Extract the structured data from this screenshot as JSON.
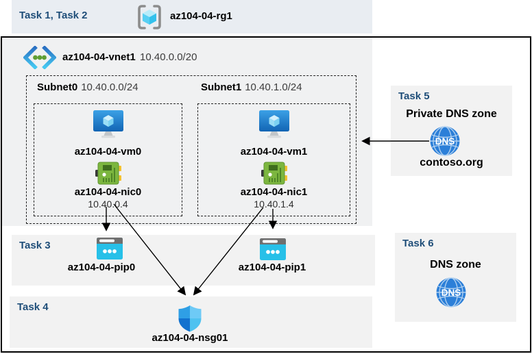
{
  "header": {
    "tasks_label": "Task 1, Task 2",
    "rg_name": "az104-04-rg1"
  },
  "vnet": {
    "name": "az104-04-vnet1",
    "cidr": "10.40.0.0/20",
    "subnets": [
      {
        "name": "Subnet0",
        "cidr": "10.40.0.0/24",
        "vm": "az104-04-vm0",
        "nic": "az104-04-nic0",
        "ip": "10.40.0.4"
      },
      {
        "name": "Subnet1",
        "cidr": "10.40.1.0/24",
        "vm": "az104-04-vm1",
        "nic": "az104-04-nic1",
        "ip": "10.40.1.4"
      }
    ]
  },
  "task3": {
    "label": "Task 3",
    "pip0": "az104-04-pip0",
    "pip1": "az104-04-pip1"
  },
  "task4": {
    "label": "Task 4",
    "nsg": "az104-04-nsg01"
  },
  "task5": {
    "label": "Task 5",
    "title": "Private DNS zone",
    "zone": "contoso.org",
    "dns_text": "DNS"
  },
  "task6": {
    "label": "Task 6",
    "title": "DNS zone",
    "dns_text": "DNS"
  },
  "colors": {
    "task_heading": "#1f4e79",
    "top_band": "#e9edf2",
    "panel": "#f2f2f2",
    "vnet_fill": "#f0f1f2",
    "arrow": "#000000",
    "pip_cyan": "#27c0e8",
    "nic_green": "#7cb63f",
    "dns_blue": "#2c7fd8"
  }
}
